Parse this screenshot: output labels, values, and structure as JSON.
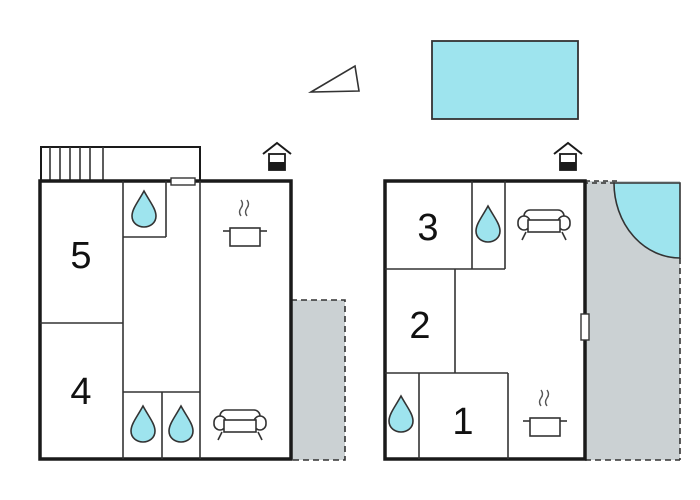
{
  "colors": {
    "wall": "#1a1a1a",
    "line": "#333333",
    "water": "#9ee4ee",
    "terrace": "#cbd1d3",
    "background": "#ffffff"
  },
  "rooms": [
    {
      "label": "1"
    },
    {
      "label": "2"
    },
    {
      "label": "3"
    },
    {
      "label": "4"
    },
    {
      "label": "5"
    }
  ],
  "icons": {
    "entrance": "house-entrance-icon",
    "bath": "water-drop-icon",
    "kitchen": "cooking-pot-icon",
    "living": "sofa-icon",
    "pool": "swimming-pool-icon",
    "north": "north-arrow-icon"
  }
}
